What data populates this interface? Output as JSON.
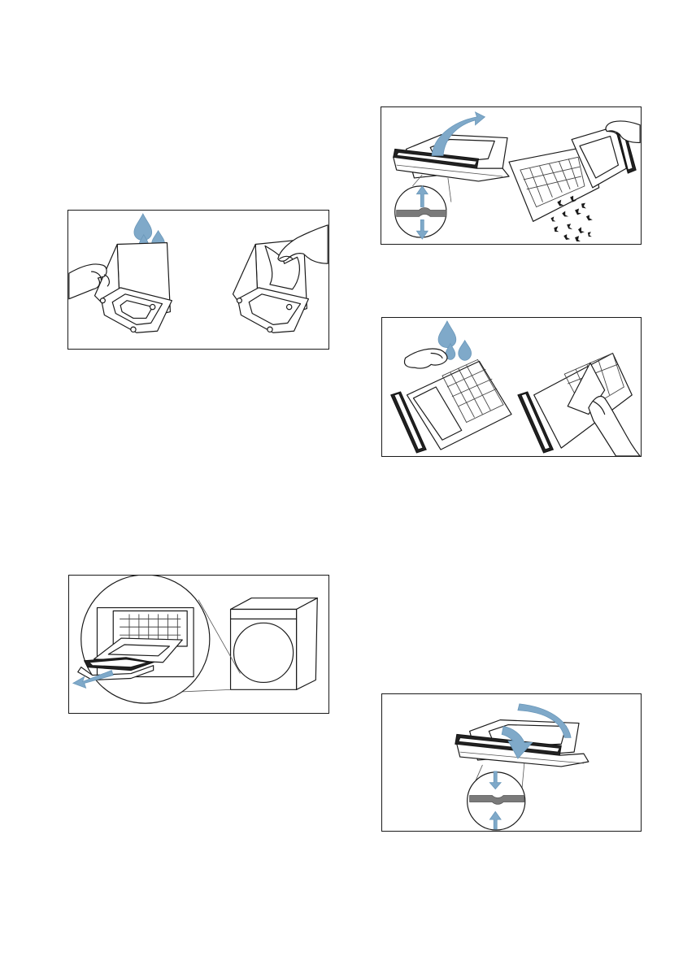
{
  "illustrations": [
    {
      "id": "p1",
      "depicts": [
        "water-drops-icon",
        "filter-housing-icon",
        "hand-icon",
        "paper-towel-icon"
      ]
    },
    {
      "id": "p2",
      "depicts": [
        "dryer-icon",
        "magnifier-circle-icon",
        "pull-out-arrow-icon"
      ]
    },
    {
      "id": "p3",
      "depicts": [
        "open-filter-arrow-icon",
        "latch-detail-icon",
        "lint-icon"
      ]
    },
    {
      "id": "p4",
      "depicts": [
        "water-drops-icon",
        "filter-mesh-icon",
        "hand-icon",
        "paper-towel-icon"
      ]
    },
    {
      "id": "p5",
      "depicts": [
        "close-filter-arrow-icon",
        "latch-detail-icon"
      ]
    }
  ],
  "colors": {
    "accent": "#7fa9c9",
    "line": "#1a1a1a",
    "latch": "#7a7a7a"
  }
}
